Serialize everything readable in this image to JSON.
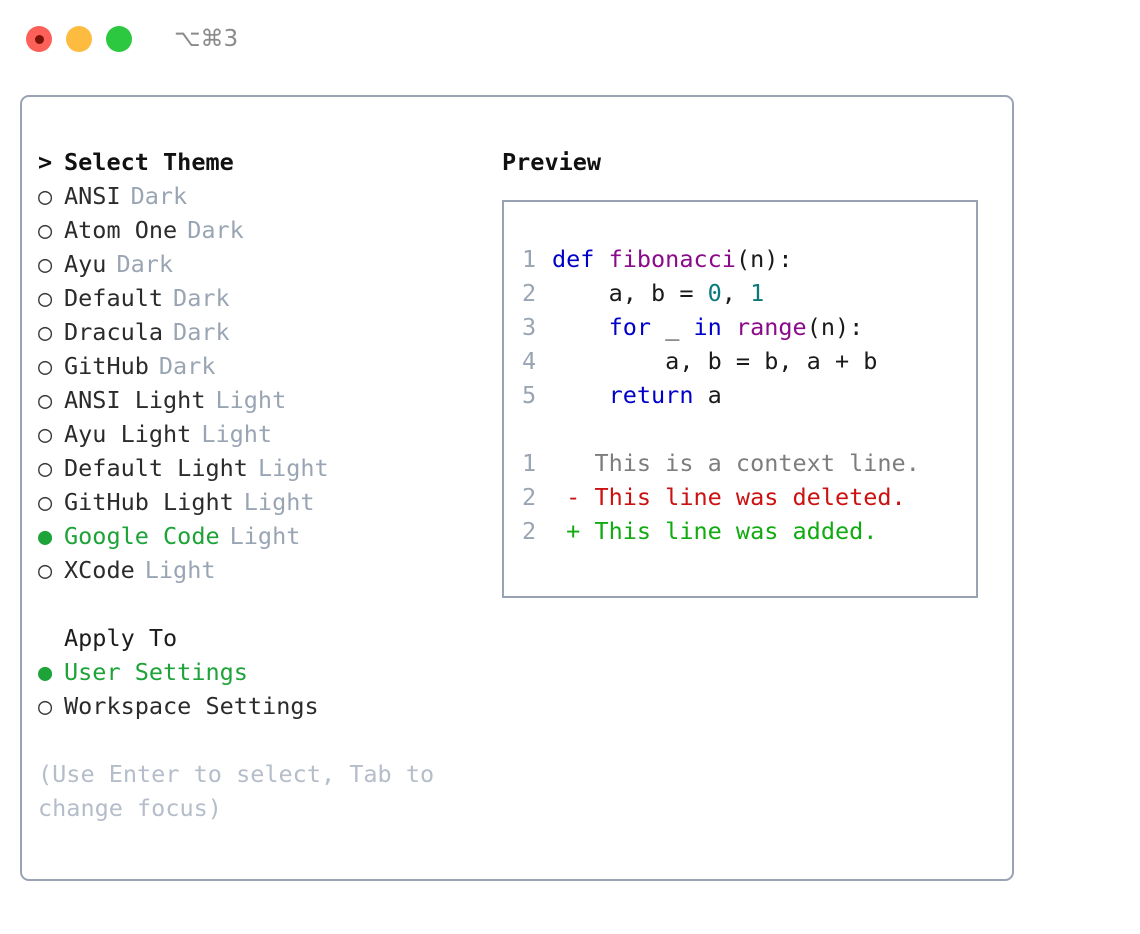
{
  "titlebar": {
    "buttons": [
      {
        "name": "close-recording",
        "color": "#fc6058"
      },
      {
        "name": "minimize",
        "color": "#fdbc40"
      },
      {
        "name": "maximize",
        "color": "#2bc840"
      }
    ],
    "shortcut": "⌥⌘3"
  },
  "left": {
    "header_marker": ">",
    "header_label": "Select Theme",
    "themes": [
      {
        "marker": "○",
        "name": "ANSI",
        "tag": "Dark",
        "selected": false
      },
      {
        "marker": "○",
        "name": "Atom One",
        "tag": "Dark",
        "selected": false
      },
      {
        "marker": "○",
        "name": "Ayu",
        "tag": "Dark",
        "selected": false
      },
      {
        "marker": "○",
        "name": "Default",
        "tag": "Dark",
        "selected": false
      },
      {
        "marker": "○",
        "name": "Dracula",
        "tag": "Dark",
        "selected": false
      },
      {
        "marker": "○",
        "name": "GitHub",
        "tag": "Dark",
        "selected": false
      },
      {
        "marker": "○",
        "name": "ANSI Light",
        "tag": "Light",
        "selected": false
      },
      {
        "marker": "○",
        "name": "Ayu Light",
        "tag": "Light",
        "selected": false
      },
      {
        "marker": "○",
        "name": "Default Light",
        "tag": "Light",
        "selected": false
      },
      {
        "marker": "○",
        "name": "GitHub Light",
        "tag": "Light",
        "selected": false
      },
      {
        "marker": "●",
        "name": "Google Code",
        "tag": "Light",
        "selected": true
      },
      {
        "marker": "○",
        "name": "XCode",
        "tag": "Light",
        "selected": false
      }
    ],
    "apply_to_title": "Apply To",
    "apply_to": [
      {
        "marker": "●",
        "name": "User Settings",
        "selected": true
      },
      {
        "marker": "○",
        "name": "Workspace Settings",
        "selected": false
      }
    ],
    "hint": "(Use Enter to select, Tab to change focus)"
  },
  "right": {
    "preview_title": "Preview",
    "code_lines": [
      {
        "ln": "1",
        "tokens": [
          {
            "t": "def ",
            "c": "kw"
          },
          {
            "t": "fibonacci",
            "c": "fn"
          },
          {
            "t": "(n):",
            "c": "pl"
          }
        ]
      },
      {
        "ln": "2",
        "tokens": [
          {
            "t": "    a, b = ",
            "c": "pl"
          },
          {
            "t": "0",
            "c": "num"
          },
          {
            "t": ", ",
            "c": "pl"
          },
          {
            "t": "1",
            "c": "num"
          }
        ]
      },
      {
        "ln": "3",
        "tokens": [
          {
            "t": "    ",
            "c": "pl"
          },
          {
            "t": "for",
            "c": "kw"
          },
          {
            "t": " _ ",
            "c": "pl"
          },
          {
            "t": "in",
            "c": "kw"
          },
          {
            "t": " ",
            "c": "pl"
          },
          {
            "t": "range",
            "c": "fn"
          },
          {
            "t": "(n):",
            "c": "pl"
          }
        ]
      },
      {
        "ln": "4",
        "tokens": [
          {
            "t": "        a, b = b, a + b",
            "c": "pl"
          }
        ]
      },
      {
        "ln": "5",
        "tokens": [
          {
            "t": "    ",
            "c": "pl"
          },
          {
            "t": "return",
            "c": "kw"
          },
          {
            "t": " a",
            "c": "pl"
          }
        ]
      },
      {
        "blank": true
      },
      {
        "ln": "1",
        "tokens": [
          {
            "t": "   This is a context line.",
            "c": "ctx"
          }
        ]
      },
      {
        "ln": "2",
        "tokens": [
          {
            "t": " - This line was deleted.",
            "c": "del"
          }
        ]
      },
      {
        "ln": "2",
        "tokens": [
          {
            "t": " + This line was added.",
            "c": "add"
          }
        ]
      }
    ]
  },
  "colors": {
    "accent_green": "#1da338",
    "border": "#9aa3b3",
    "muted": "#9aa5b4",
    "hint": "#b4bdc9",
    "keyword": "#0000c8",
    "function": "#8a0a8a",
    "number": "#0b7a7a",
    "deleted": "#cc1111",
    "added": "#11aa11",
    "context": "#7d7d7d"
  }
}
